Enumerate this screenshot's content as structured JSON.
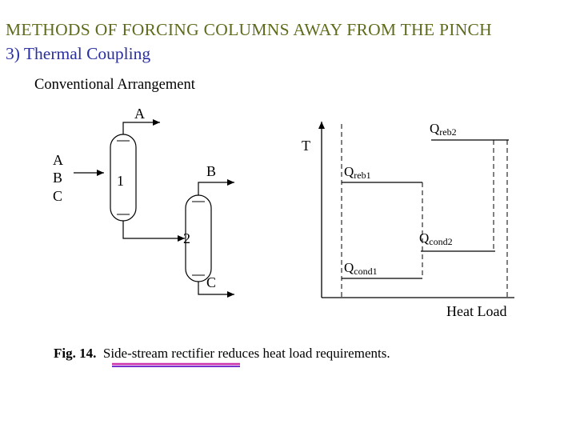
{
  "header": {
    "title": "METHODS OF FORCING COLUMNS AWAY FROM THE PINCH",
    "subtitle": "3) Thermal Coupling"
  },
  "section_label": "Conventional Arrangement",
  "diagram": {
    "feed_labels": [
      "A",
      "B",
      "C"
    ],
    "column1_label": "1",
    "column2_label": "2",
    "top_product": "A",
    "side_product": "B",
    "bottom_product": "C"
  },
  "plot": {
    "axis_y_label": "T",
    "axis_x_label": "Heat Load",
    "q_reb2": {
      "main": "Q",
      "sub": "reb2"
    },
    "q_reb1": {
      "main": "Q",
      "sub": "reb1"
    },
    "q_cond2": {
      "main": "Q",
      "sub": "cond2"
    },
    "q_cond1": {
      "main": "Q",
      "sub": "cond1"
    }
  },
  "caption": {
    "fig_label": "Fig. 14.",
    "text": "Side-stream rectifier reduces heat load requirements."
  },
  "colors": {
    "title": "#5f6b1c",
    "subtitle": "#2a2fa0",
    "underline_pink": "#cc33aa",
    "underline_purple": "#7733cc"
  }
}
